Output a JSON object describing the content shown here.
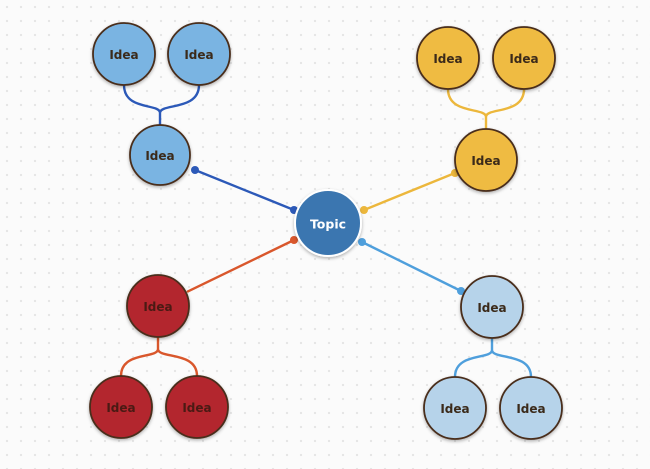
{
  "central_topic": {
    "label": "Topic",
    "fill": "#3a76b0",
    "text_color": "#ffffff"
  },
  "branches": [
    {
      "id": "top-left",
      "color": "#2c59b8",
      "node_fill": "#7ab4e2",
      "text_color": "#3b2a1a",
      "main": "Idea",
      "children": [
        "Idea",
        "Idea"
      ]
    },
    {
      "id": "top-right",
      "color": "#ecb73c",
      "node_fill": "#efbb42",
      "text_color": "#3b2a1a",
      "main": "Idea",
      "children": [
        "Idea",
        "Idea"
      ]
    },
    {
      "id": "bottom-left",
      "color": "#d9572c",
      "node_fill": "#b3262f",
      "text_color": "#4a1a14",
      "main": "Idea",
      "children": [
        "Idea",
        "Idea"
      ]
    },
    {
      "id": "bottom-right",
      "color": "#4f9fdc",
      "node_fill": "#b6d3ea",
      "text_color": "#3b2a1a",
      "main": "Idea",
      "children": [
        "Idea",
        "Idea"
      ]
    }
  ]
}
